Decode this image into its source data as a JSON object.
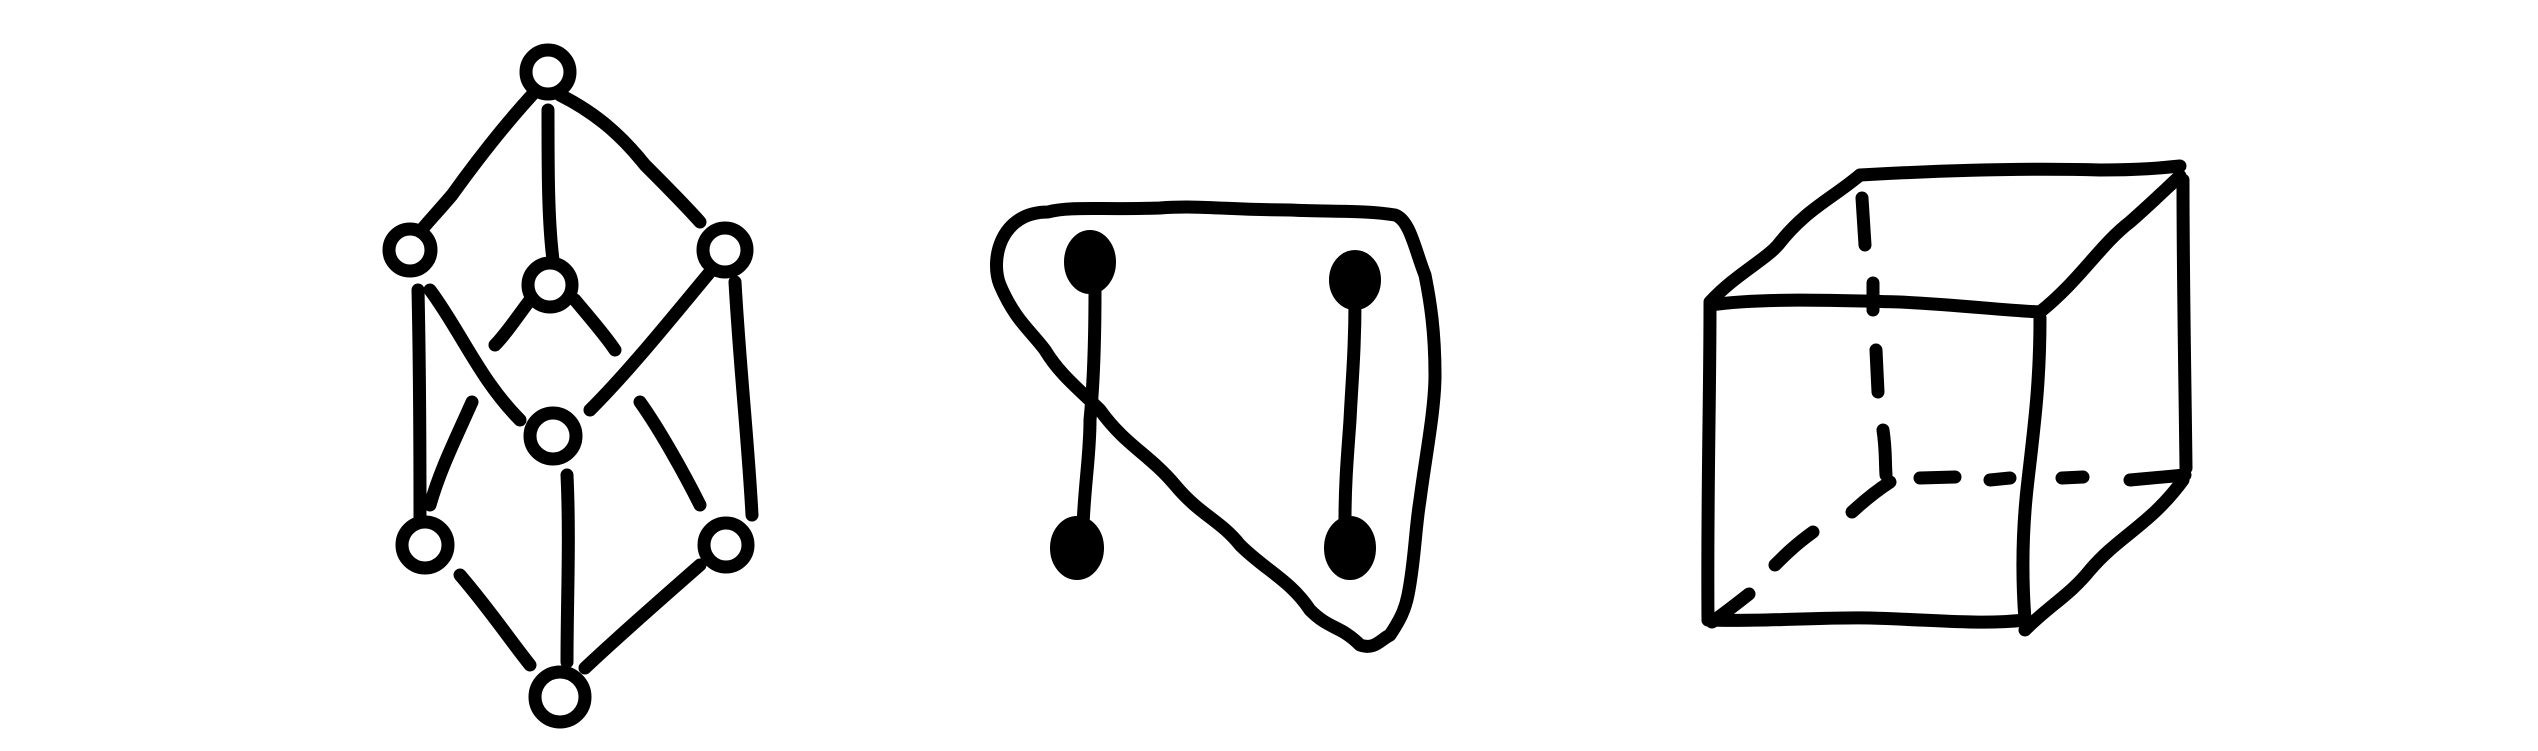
{
  "colors": {
    "background": "#ffffff",
    "ink": "#000000"
  },
  "figures": [
    {
      "name": "cube-graph-with-open-vertices",
      "vertices": 8,
      "vertex_style": "open-circle",
      "edges": 12
    },
    {
      "name": "two-pairs-of-filled-vertices",
      "vertices": 4,
      "vertex_style": "filled-circle",
      "edges": 2
    },
    {
      "name": "wireframe-cube",
      "hidden_edges": "dashed"
    }
  ]
}
